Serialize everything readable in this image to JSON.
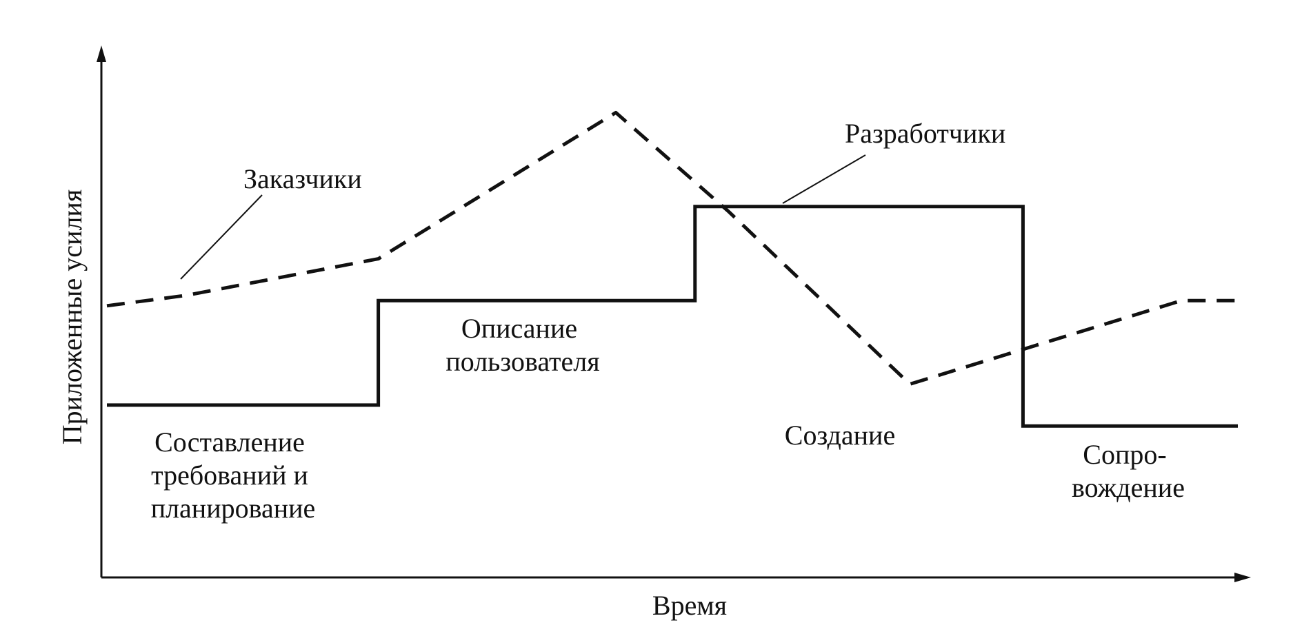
{
  "chart_data": {
    "type": "line",
    "xlabel": "Время",
    "ylabel": "Приложенные усилия",
    "grid": false,
    "legend": "none",
    "phases": [
      {
        "lines": [
          "Составление",
          "требований и",
          "планирование"
        ]
      },
      {
        "lines": [
          "Описание",
          "пользователя"
        ]
      },
      {
        "lines": [
          "Создание"
        ]
      },
      {
        "lines": [
          "Сопро-",
          "вождение"
        ]
      }
    ],
    "series": [
      {
        "name": "Заказчики",
        "style": "dashed",
        "color": "#111111",
        "points": [
          [
            0.0,
            0.52
          ],
          [
            0.07,
            0.54
          ],
          [
            0.24,
            0.61
          ],
          [
            0.45,
            0.89
          ],
          [
            0.55,
            0.7
          ],
          [
            0.71,
            0.37
          ],
          [
            0.95,
            0.53
          ],
          [
            1.0,
            0.53
          ]
        ]
      },
      {
        "name": "Разработчики",
        "style": "solid",
        "color": "#111111",
        "points": [
          [
            0.0,
            0.33
          ],
          [
            0.24,
            0.33
          ],
          [
            0.24,
            0.53
          ],
          [
            0.52,
            0.53
          ],
          [
            0.52,
            0.71
          ],
          [
            0.81,
            0.71
          ],
          [
            0.81,
            0.29
          ],
          [
            1.0,
            0.29
          ]
        ]
      }
    ]
  }
}
